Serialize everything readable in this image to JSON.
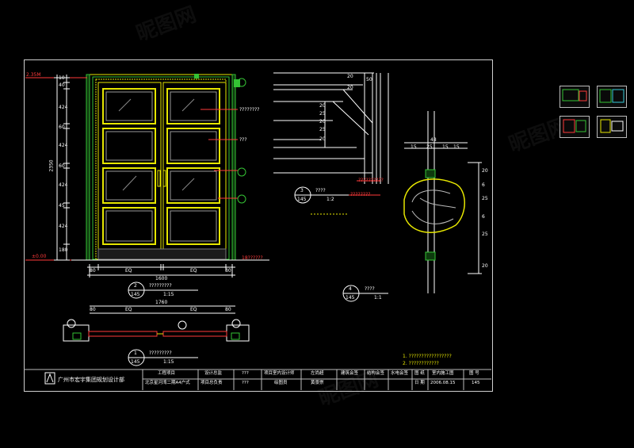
{
  "drawing": {
    "view2": {
      "num": "2",
      "sheet": "145",
      "title": "?????????",
      "scale": "1:15"
    },
    "view1": {
      "num": "1",
      "sheet": "145",
      "title": "?????????",
      "scale": "1:15"
    },
    "view3": {
      "num": "3",
      "sheet": "145",
      "title": "????",
      "scale": "1:2"
    },
    "view4": {
      "num": "4",
      "sheet": "145",
      "title": "????",
      "scale": "1:1"
    },
    "dims": {
      "width_total": "1600",
      "width_total_plan": "1760",
      "eq1": "EQ",
      "eq2": "EQ",
      "eq3": "EQ",
      "eq4": "EQ",
      "side80a": "80",
      "side80b": "80",
      "side80c": "80",
      "side80d": "80",
      "h_total": "2350",
      "v_10": "10",
      "v_40": "40",
      "v_424a": "424",
      "v_424b": "424",
      "v_424c": "424",
      "v_424d": "424",
      "v_45": "45",
      "v_180": "180",
      "v_60a": "60",
      "v_60b": "60",
      "level_top": "2.35M",
      "level_bottom": "±0.00",
      "s20a": "20",
      "s20b": "20",
      "s50": "50",
      "s20c": "20",
      "s25a": "25",
      "s20d": "20",
      "s25b": "25",
      "s20e": "20",
      "d48": "48",
      "d15a": "15",
      "d25a": "25",
      "d15b": "15",
      "d15c": "15",
      "r20a": "20",
      "r6": "6",
      "r25a": "25",
      "r6b": "6",
      "r25b": "25",
      "r20b": "20"
    },
    "notes": {
      "callout1": "????????",
      "callout2": "???",
      "callout3": "??????????",
      "callout4": "????????",
      "callout5": "????????",
      "callout6": "18??????",
      "footnote1": "1. ?????????????????",
      "footnote2": "2. ????????????"
    }
  },
  "title_block": {
    "company": "广州市宏宇集团规划设计部",
    "project_label": "工程项目",
    "project_name": "北京星河湾二期A4户式",
    "design_lead_label": "设计总监",
    "design_lead_value": "???",
    "project_lead_label": "项目总负责",
    "project_lead_value": "???",
    "interior_lead_label": "项目室内设计师",
    "interior_lead_value": "左尚超",
    "drafter_label": "绘图员",
    "drafter_value": "黄景崇",
    "arch_sign": "建筑会签",
    "struct_sign": "结构会签",
    "mep_sign": "水电会签",
    "drawing_type_label": "图 纸",
    "drawing_type_value": "室内施工图",
    "drawing_no_label": "图 号",
    "drawing_no_value": "145",
    "date_label": "日 期",
    "date_value": "2006.08.15"
  },
  "watermark": "昵图网"
}
